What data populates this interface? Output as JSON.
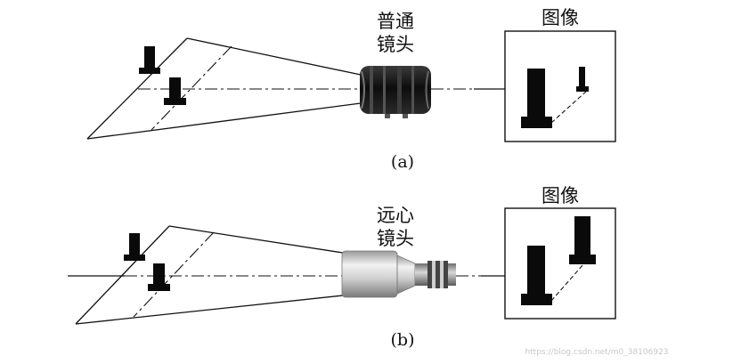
{
  "panel_a": {
    "lens_label_line1": "普通",
    "lens_label_line2": "镜头",
    "image_label": "图像",
    "caption": "(a)"
  },
  "panel_b": {
    "lens_label_line1": "远心",
    "lens_label_line2": "镜头",
    "image_label": "图像",
    "caption": "(b)"
  },
  "watermark": "https://blog.csdn.net/m0_38106923"
}
